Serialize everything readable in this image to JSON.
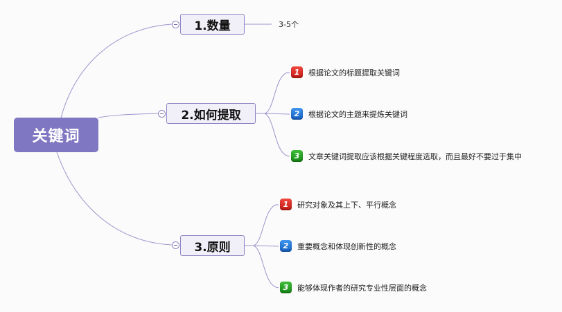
{
  "colors": {
    "root_fill": "#7f77c1",
    "branch_fill": "#f1f0f8",
    "branch_border": "#8d86c5",
    "line": "#9a94cc",
    "badge_red": "#d92a22",
    "badge_blue": "#2a7be0",
    "badge_green": "#22a31f"
  },
  "root": {
    "label": "关键词"
  },
  "branches": [
    {
      "label": "1.数量",
      "children": [
        {
          "text": "3-5个"
        }
      ]
    },
    {
      "label": "2.如何提取",
      "children": [
        {
          "priority": "1",
          "icon": "priority-1-red-icon",
          "text": "根据论文的标题提取关键词"
        },
        {
          "priority": "2",
          "icon": "priority-2-blue-icon",
          "text": "根据论文的主题来提炼关键词"
        },
        {
          "priority": "3",
          "icon": "priority-3-green-icon",
          "text": "文章关键词提取应该根据关键程度选取，而且最好不要过于集中"
        }
      ]
    },
    {
      "label": "3.原则",
      "children": [
        {
          "priority": "1",
          "icon": "priority-1-red-icon",
          "text": "研究对象及其上下、平行概念"
        },
        {
          "priority": "2",
          "icon": "priority-2-blue-icon",
          "text": "重要概念和体现创新性的概念"
        },
        {
          "priority": "3",
          "icon": "priority-3-green-icon",
          "text": "能够体现作者的研究专业性层面的概念"
        }
      ]
    }
  ]
}
